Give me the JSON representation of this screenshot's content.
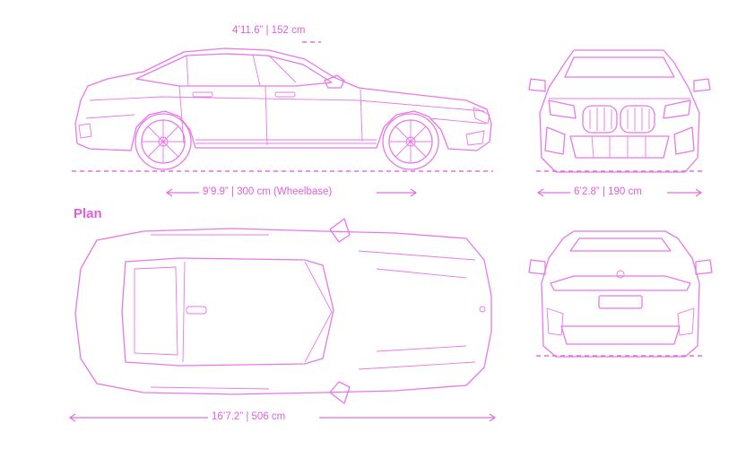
{
  "colors": {
    "accent": "#e06ee0",
    "text": "#e05fd8",
    "background": "#ffffff"
  },
  "dimensions": {
    "height": "4’11.6” | 152 cm",
    "wheelbase": "9’9.9” | 300 cm (Wheelbase)",
    "width": "6’2.8” | 190 cm",
    "length": "16’7.2” | 506 cm"
  },
  "views": {
    "plan_label": "Plan"
  }
}
